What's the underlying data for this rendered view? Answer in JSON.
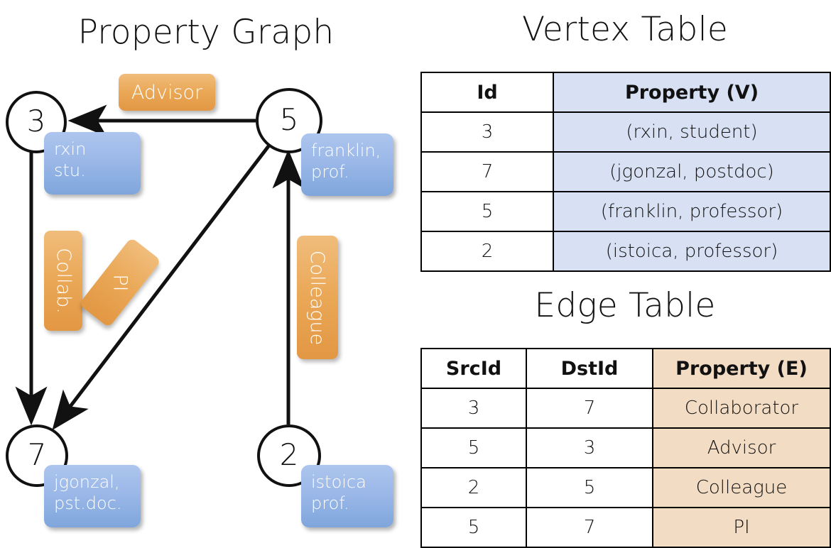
{
  "titles": {
    "property_graph": "Property Graph",
    "vertex_table": "Vertex Table",
    "edge_table": "Edge Table"
  },
  "graph": {
    "nodes": [
      {
        "id": "3",
        "property_line1": "rxin",
        "property_line2": "stu."
      },
      {
        "id": "5",
        "property_line1": "franklin,",
        "property_line2": "prof."
      },
      {
        "id": "7",
        "property_line1": "jgonzal,",
        "property_line2": "pst.doc."
      },
      {
        "id": "2",
        "property_line1": "istoica",
        "property_line2": "prof."
      }
    ],
    "edge_labels": [
      {
        "name": "advisor",
        "text": "Advisor"
      },
      {
        "name": "collab",
        "text": "Collab."
      },
      {
        "name": "pi",
        "text": "PI"
      },
      {
        "name": "colleague",
        "text": "Colleague"
      }
    ],
    "edges": [
      {
        "src": "5",
        "dst": "3",
        "label": "Advisor"
      },
      {
        "src": "3",
        "dst": "7",
        "label": "Collab."
      },
      {
        "src": "5",
        "dst": "7",
        "label": "PI"
      },
      {
        "src": "2",
        "dst": "5",
        "label": "Colleague"
      }
    ]
  },
  "vertex_table": {
    "headers": [
      "Id",
      "Property (V)"
    ],
    "rows": [
      {
        "id": "3",
        "property": "(rxin, student)"
      },
      {
        "id": "7",
        "property": "(jgonzal, postdoc)"
      },
      {
        "id": "5",
        "property": "(franklin, professor)"
      },
      {
        "id": "2",
        "property": "(istoica, professor)"
      }
    ]
  },
  "edge_table": {
    "headers": [
      "SrcId",
      "DstId",
      "Property (E)"
    ],
    "rows": [
      {
        "src": "3",
        "dst": "7",
        "property": "Collaborator"
      },
      {
        "src": "5",
        "dst": "3",
        "property": "Advisor"
      },
      {
        "src": "2",
        "dst": "5",
        "property": "Colleague"
      },
      {
        "src": "5",
        "dst": "7",
        "property": "PI"
      }
    ]
  },
  "colors": {
    "vertex_property_cell": "#d7e1f3",
    "edge_property_cell": "#f3dcc4",
    "node_property_box": "#9bb8e8",
    "edge_label_box": "#eaa857",
    "stroke": "#111111",
    "background": "#ffffff"
  }
}
